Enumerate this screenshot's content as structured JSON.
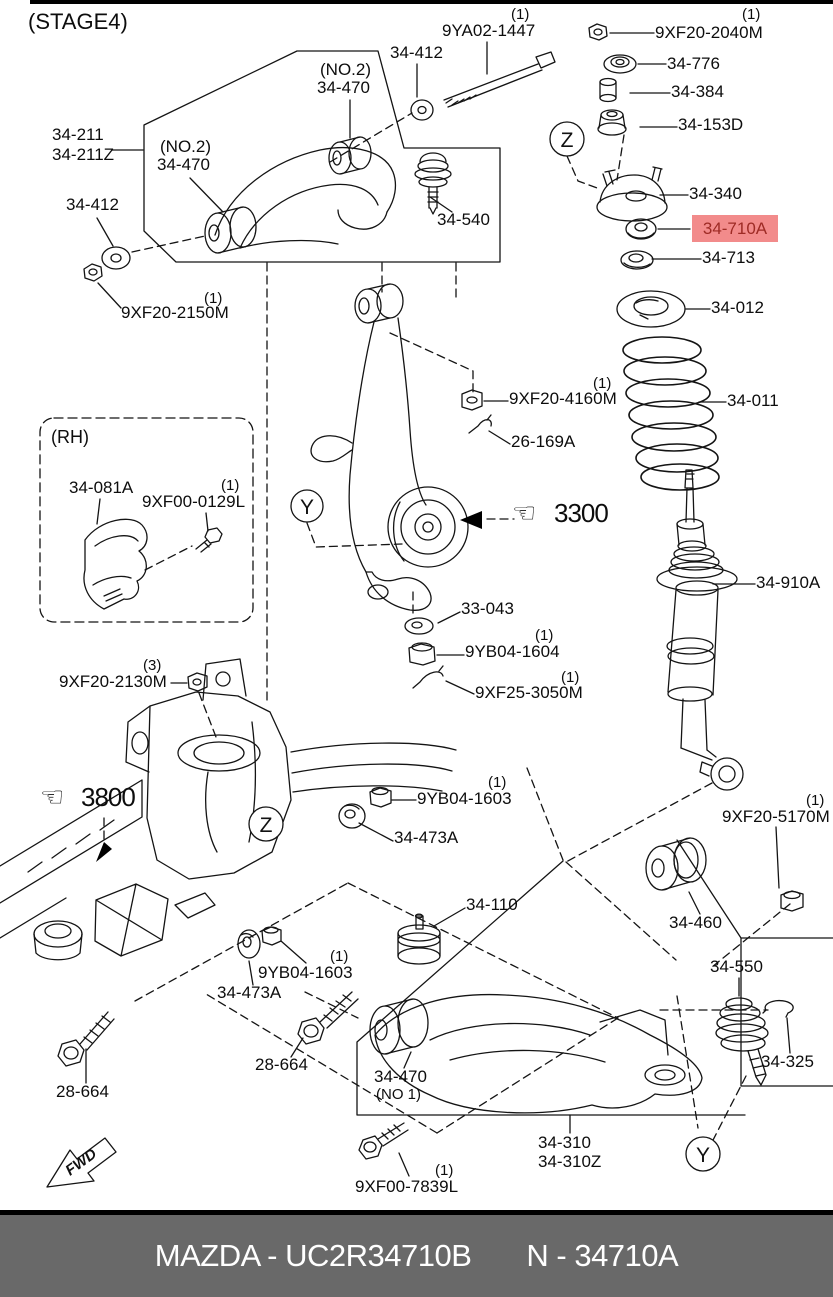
{
  "stage_label": "(STAGE4)",
  "refs": {
    "z": "Z",
    "y": "Y"
  },
  "icons": {
    "hand_pointer": "☜"
  },
  "fwd": "FWD",
  "highlight": {
    "text": "34-710A"
  },
  "footer": {
    "left": "MAZDA - UC2R34710B",
    "right": "N - 34710A"
  },
  "labels": {
    "l34_211": "34-211",
    "l34_211z": "34-211Z",
    "no2_a1": "(NO.2)",
    "no2_a2": "34-470",
    "no2_b1": "(NO.2)",
    "no2_b2": "34-470",
    "l34_412_left": "34-412",
    "l34_412_top": "34-412",
    "q_2150m": "(1)",
    "l2150m": "9XF20-2150M",
    "q_9ya02": "(1)",
    "l9ya02": "9YA02-1447",
    "q_2040m": "(1)",
    "l2040m": "9XF20-2040M",
    "l34_776": "34-776",
    "l34_384": "34-384",
    "l34_153d": "34-153D",
    "l34_340": "34-340",
    "l34_713": "34-713",
    "l34_012": "34-012",
    "l34_011": "34-011",
    "l34_910a": "34-910A",
    "l34_540": "34-540",
    "q_4160m": "(1)",
    "l4160m": "9XF20-4160M",
    "l26_169a": "26-169A",
    "l3300": "3300",
    "l3800": "3800",
    "lrh": "(RH)",
    "l34_081a": "34-081A",
    "q_0129l": "(1)",
    "l0129l": "9XF00-0129L",
    "q_2130m": "(3)",
    "l2130m": "9XF20-2130M",
    "l33_043": "33-043",
    "q_1604": "(1)",
    "l1604": "9YB04-1604",
    "q_3050m": "(1)",
    "l3050m": "9XF25-3050M",
    "q_1603a": "(1)",
    "l1603a": "9YB04-1603",
    "l34_473a_a": "34-473A",
    "l34_110": "34-110",
    "q_5170m": "(1)",
    "l5170m": "9XF20-5170M",
    "l34_460": "34-460",
    "l34_550": "34-550",
    "l34_325": "34-325",
    "q_1603b": "(1)",
    "l1603b": "9YB04-1603",
    "l34_473a_b": "34-473A",
    "l28_664a": "28-664",
    "l28_664b": "28-664",
    "l34_470no1": "34-470",
    "l34_470no1b": "(NO 1)",
    "q_7839l": "(1)",
    "l7839l": "9XF00-7839L",
    "l34_310": "34-310",
    "l34_310z": "34-310Z"
  }
}
